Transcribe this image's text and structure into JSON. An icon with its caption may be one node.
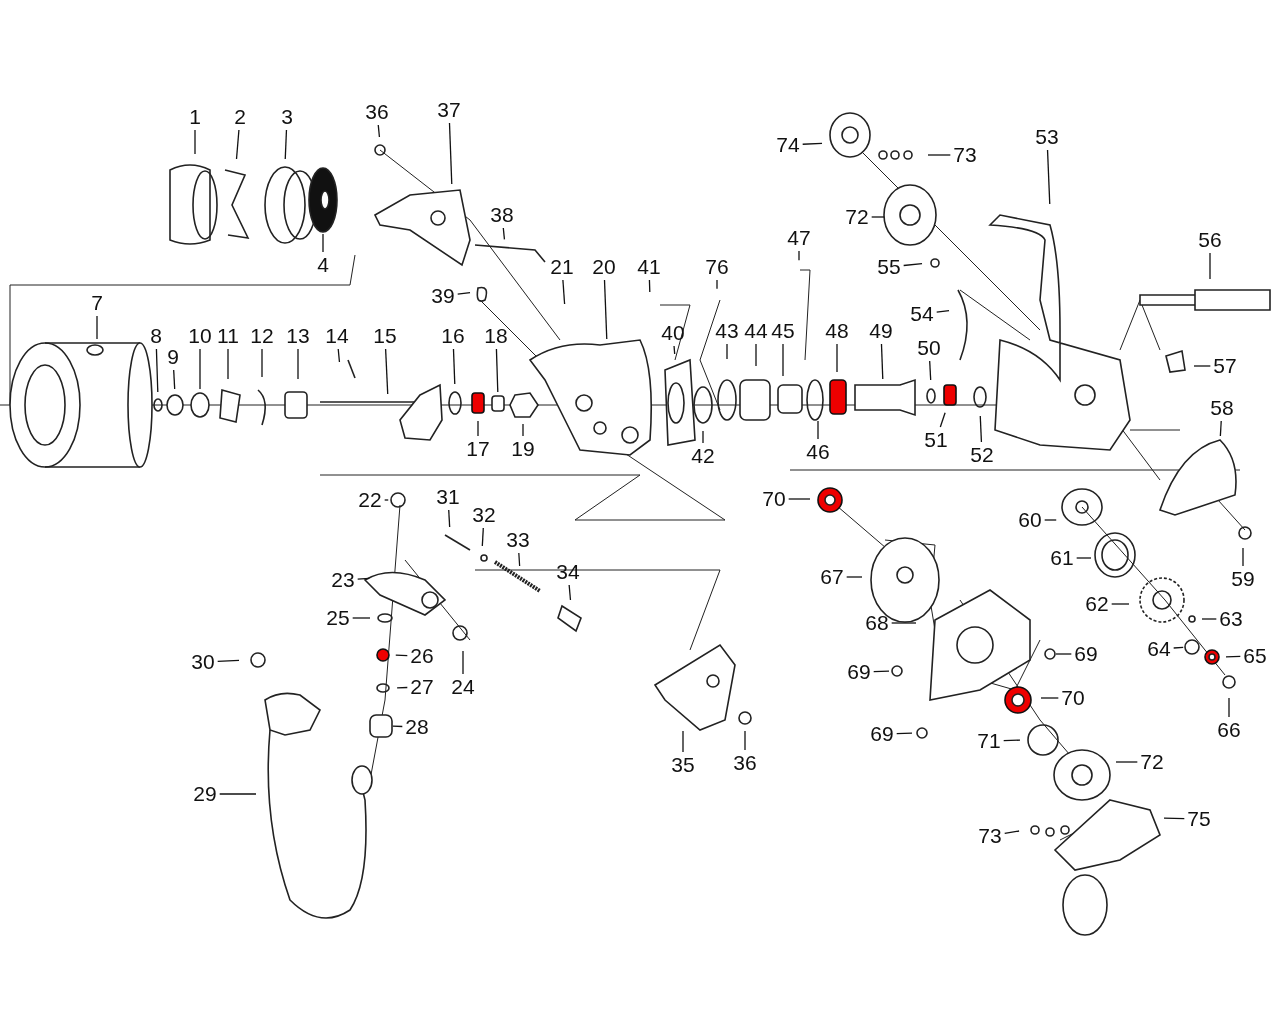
{
  "diagram": {
    "nodes": [
      {
        "text": [
          "1"
        ]
      },
      {
        "text": [
          "2"
        ]
      },
      {
        "text": [
          "3"
        ]
      },
      {
        "text": [
          "36"
        ]
      },
      {
        "text": [
          "37"
        ]
      },
      {
        "text": [
          "74"
        ]
      },
      {
        "text": [
          "73"
        ]
      },
      {
        "text": [
          "53"
        ]
      },
      {
        "text": [
          "72"
        ]
      },
      {
        "text": [
          "38"
        ]
      },
      {
        "text": [
          "47"
        ]
      },
      {
        "text": [
          "56"
        ]
      },
      {
        "text": [
          "4"
        ]
      },
      {
        "text": [
          "55"
        ]
      },
      {
        "text": [
          "21"
        ]
      },
      {
        "text": [
          "20"
        ]
      },
      {
        "text": [
          "41"
        ]
      },
      {
        "text": [
          "76"
        ]
      },
      {
        "text": [
          "39"
        ]
      },
      {
        "text": [
          "7"
        ]
      },
      {
        "text": [
          "54"
        ]
      },
      {
        "text": [
          "8"
        ]
      },
      {
        "text": [
          "10"
        ]
      },
      {
        "text": [
          "11"
        ]
      },
      {
        "text": [
          "12"
        ]
      },
      {
        "text": [
          "13"
        ]
      },
      {
        "text": [
          "14"
        ]
      },
      {
        "text": [
          "15"
        ]
      },
      {
        "text": [
          "16"
        ]
      },
      {
        "text": [
          "18"
        ]
      },
      {
        "text": [
          "40"
        ]
      },
      {
        "text": [
          "43"
        ]
      },
      {
        "text": [
          "44"
        ]
      },
      {
        "text": [
          "45"
        ]
      },
      {
        "text": [
          "48"
        ]
      },
      {
        "text": [
          "49"
        ]
      },
      {
        "text": [
          "50"
        ]
      },
      {
        "text": [
          "9"
        ]
      },
      {
        "text": [
          "57"
        ]
      },
      {
        "text": [
          "58"
        ]
      },
      {
        "text": [
          "51"
        ]
      },
      {
        "text": [
          "17"
        ]
      },
      {
        "text": [
          "19"
        ]
      },
      {
        "text": [
          "42"
        ]
      },
      {
        "text": [
          "46"
        ]
      },
      {
        "text": [
          "52"
        ]
      },
      {
        "text": [
          "70"
        ]
      },
      {
        "text": [
          "22"
        ]
      },
      {
        "text": [
          "31"
        ]
      },
      {
        "text": [
          "32"
        ]
      },
      {
        "text": [
          "60"
        ]
      },
      {
        "text": [
          "33"
        ]
      },
      {
        "text": [
          "61"
        ]
      },
      {
        "text": [
          "34"
        ]
      },
      {
        "text": [
          "67"
        ]
      },
      {
        "text": [
          "59"
        ]
      },
      {
        "text": [
          "23"
        ]
      },
      {
        "text": [
          "62"
        ]
      },
      {
        "text": [
          "25"
        ]
      },
      {
        "text": [
          "63"
        ]
      },
      {
        "text": [
          "68"
        ]
      },
      {
        "text": [
          "64"
        ]
      },
      {
        "text": [
          "69"
        ]
      },
      {
        "text": [
          "26"
        ]
      },
      {
        "text": [
          "65"
        ]
      },
      {
        "text": [
          "30"
        ]
      },
      {
        "text": [
          "69"
        ]
      },
      {
        "text": [
          "27"
        ]
      },
      {
        "text": [
          "24"
        ]
      },
      {
        "text": [
          "70"
        ]
      },
      {
        "text": [
          "28"
        ]
      },
      {
        "text": [
          "66"
        ]
      },
      {
        "text": [
          "69"
        ]
      },
      {
        "text": [
          "71"
        ]
      },
      {
        "text": [
          "72"
        ]
      },
      {
        "text": [
          "35"
        ]
      },
      {
        "text": [
          "36"
        ]
      },
      {
        "text": [
          "29"
        ]
      },
      {
        "text": [
          "75"
        ]
      },
      {
        "text": [
          "73"
        ]
      }
    ],
    "edges": [
      {
        "from": 0,
        "to": null,
        "arrow": "none"
      },
      {
        "from": 1,
        "to": null,
        "arrow": "none"
      },
      {
        "from": 2,
        "to": null,
        "arrow": "none"
      },
      {
        "from": 3,
        "to": null,
        "arrow": "none"
      },
      {
        "from": 4,
        "to": null,
        "arrow": "none"
      },
      {
        "from": 5,
        "to": null,
        "arrow": "none"
      },
      {
        "from": 6,
        "to": null,
        "arrow": "none"
      },
      {
        "from": 7,
        "to": null,
        "arrow": "none"
      },
      {
        "from": 8,
        "to": null,
        "arrow": "none"
      },
      {
        "from": 9,
        "to": null,
        "arrow": "none"
      },
      {
        "from": 10,
        "to": null,
        "arrow": "none"
      },
      {
        "from": 11,
        "to": null,
        "arrow": "none"
      },
      {
        "from": 12,
        "to": null,
        "arrow": "none"
      },
      {
        "from": 13,
        "to": null,
        "arrow": "none"
      },
      {
        "from": 14,
        "to": null,
        "arrow": "none"
      },
      {
        "from": 15,
        "to": null,
        "arrow": "none"
      },
      {
        "from": 16,
        "to": null,
        "arrow": "none"
      },
      {
        "from": 17,
        "to": null,
        "arrow": "none"
      },
      {
        "from": 18,
        "to": null,
        "arrow": "none"
      },
      {
        "from": 19,
        "to": null,
        "arrow": "none"
      },
      {
        "from": 20,
        "to": null,
        "arrow": "none"
      },
      {
        "from": 21,
        "to": null,
        "arrow": "none"
      },
      {
        "from": 22,
        "to": null,
        "arrow": "none"
      },
      {
        "from": 23,
        "to": null,
        "arrow": "none"
      },
      {
        "from": 24,
        "to": null,
        "arrow": "none"
      },
      {
        "from": 25,
        "to": null,
        "arrow": "none"
      },
      {
        "from": 26,
        "to": null,
        "arrow": "none"
      },
      {
        "from": 27,
        "to": null,
        "arrow": "none"
      },
      {
        "from": 28,
        "to": null,
        "arrow": "none"
      },
      {
        "from": 29,
        "to": null,
        "arrow": "none"
      },
      {
        "from": 30,
        "to": null,
        "arrow": "none"
      },
      {
        "from": 31,
        "to": null,
        "arrow": "none"
      },
      {
        "from": 32,
        "to": null,
        "arrow": "none"
      },
      {
        "from": 33,
        "to": null,
        "arrow": "none"
      },
      {
        "from": 34,
        "to": null,
        "arrow": "none"
      },
      {
        "from": 35,
        "to": null,
        "arrow": "none"
      },
      {
        "from": 36,
        "to": null,
        "arrow": "none"
      },
      {
        "from": 37,
        "to": null,
        "arrow": "none"
      },
      {
        "from": 38,
        "to": null,
        "arrow": "none"
      },
      {
        "from": 39,
        "to": null,
        "arrow": "none"
      },
      {
        "from": 40,
        "to": null,
        "arrow": "none"
      },
      {
        "from": 41,
        "to": null,
        "arrow": "none"
      },
      {
        "from": 42,
        "to": null,
        "arrow": "none"
      },
      {
        "from": 43,
        "to": null,
        "arrow": "none"
      },
      {
        "from": 44,
        "to": null,
        "arrow": "none"
      },
      {
        "from": 45,
        "to": null,
        "arrow": "none"
      },
      {
        "from": 46,
        "to": null,
        "arrow": "none"
      },
      {
        "from": 47,
        "to": null,
        "arrow": "none"
      },
      {
        "from": 48,
        "to": null,
        "arrow": "none"
      },
      {
        "from": 49,
        "to": null,
        "arrow": "none"
      },
      {
        "from": 50,
        "to": null,
        "arrow": "none"
      },
      {
        "from": 51,
        "to": null,
        "arrow": "none"
      },
      {
        "from": 52,
        "to": null,
        "arrow": "none"
      },
      {
        "from": 53,
        "to": null,
        "arrow": "none"
      },
      {
        "from": 54,
        "to": null,
        "arrow": "none"
      },
      {
        "from": 55,
        "to": null,
        "arrow": "none"
      },
      {
        "from": 56,
        "to": null,
        "arrow": "none"
      },
      {
        "from": 57,
        "to": null,
        "arrow": "none"
      },
      {
        "from": 58,
        "to": null,
        "arrow": "none"
      },
      {
        "from": 59,
        "to": null,
        "arrow": "none"
      },
      {
        "from": 60,
        "to": null,
        "arrow": "none"
      },
      {
        "from": 61,
        "to": null,
        "arrow": "none"
      },
      {
        "from": 62,
        "to": null,
        "arrow": "none"
      },
      {
        "from": 63,
        "to": null,
        "arrow": "none"
      },
      {
        "from": 64,
        "to": null,
        "arrow": "none"
      },
      {
        "from": 65,
        "to": null,
        "arrow": "none"
      },
      {
        "from": 66,
        "to": null,
        "arrow": "none"
      },
      {
        "from": 67,
        "to": null,
        "arrow": "none"
      },
      {
        "from": 68,
        "to": null,
        "arrow": "none"
      },
      {
        "from": 69,
        "to": null,
        "arrow": "none"
      },
      {
        "from": 70,
        "to": null,
        "arrow": "none"
      },
      {
        "from": 71,
        "to": null,
        "arrow": "none"
      },
      {
        "from": 72,
        "to": null,
        "arrow": "none"
      },
      {
        "from": 73,
        "to": null,
        "arrow": "none"
      },
      {
        "from": 74,
        "to": null,
        "arrow": "none"
      },
      {
        "from": 75,
        "to": null,
        "arrow": "none"
      },
      {
        "from": 76,
        "to": null,
        "arrow": "none"
      },
      {
        "from": 77,
        "to": null,
        "arrow": "none"
      },
      {
        "from": 78,
        "to": null,
        "arrow": "none"
      },
      {
        "from": 79,
        "to": null,
        "arrow": "none"
      }
    ]
  }
}
